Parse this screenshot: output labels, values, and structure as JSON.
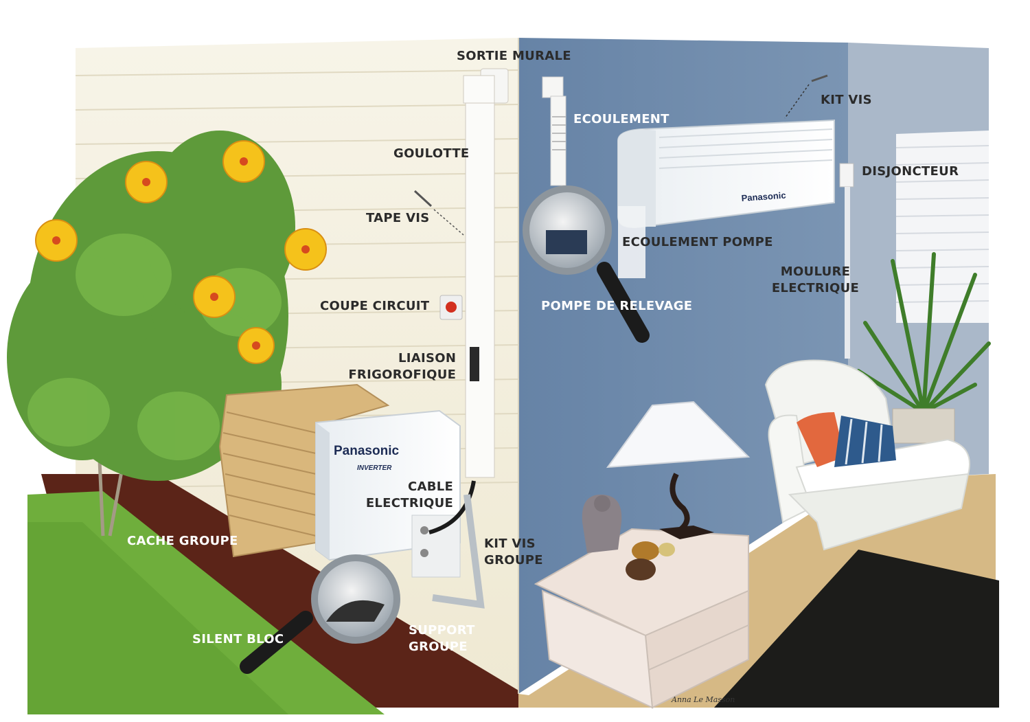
{
  "labels": {
    "sortie_murale": "SORTIE MURALE",
    "goulotte": "GOULOTTE",
    "tape_vis": "TAPE VIS",
    "coupe_circuit": "COUPE CIRCUIT",
    "liaison_line1": "LIAISON",
    "liaison_line2": "FRIGOROFIQUE",
    "cable_line1": "CABLE",
    "cable_line2": "ELECTRIQUE",
    "cache_groupe": "CACHE GROUPE",
    "kit_vis_groupe_line1": "KIT VIS",
    "kit_vis_groupe_line2": "GROUPE",
    "silent_bloc": "SILENT BLOC",
    "support_groupe_line1": "SUPPORT",
    "support_groupe_line2": "GROUPE",
    "ecoulement": "ECOULEMENT",
    "kit_vis": "KIT VIS",
    "disjoncteur": "DISJONCTEUR",
    "ecoulement_pompe": "ECOULEMENT POMPE",
    "moulure_line1": "MOULURE",
    "moulure_line2": "ELECTRIQUE",
    "pompe_relevage": "POMPE DE RELEVAGE"
  },
  "brands": {
    "outdoor_brand": "Panasonic",
    "outdoor_sub": "INVERTER",
    "indoor_brand": "Panasonic"
  },
  "signature": "Anna Le Masson",
  "icons": {
    "outdoor_unit": "outdoor-unit-icon",
    "indoor_unit": "indoor-unit-icon",
    "magnifier": "magnifier-icon",
    "plant": "hibiscus-icon"
  },
  "colors": {
    "exterior_wall": "#f3efdf",
    "interior_wall": "#6f8aab",
    "ground_tile": "#5b2418",
    "grass": "#6fae3c",
    "floor": "#d6b985",
    "rug": "#1c1c1a",
    "flower": "#f5c21b"
  }
}
